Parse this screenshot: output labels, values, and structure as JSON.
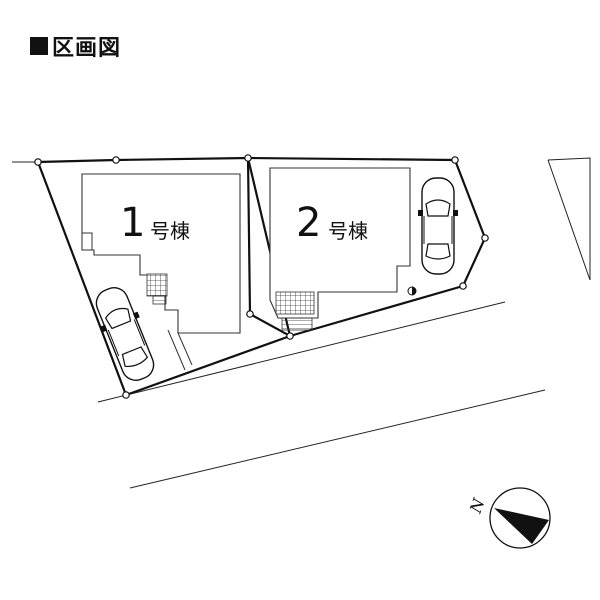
{
  "title": "区画図",
  "lots": [
    {
      "number": "1",
      "suffix": "号棟"
    },
    {
      "number": "2",
      "suffix": "号棟"
    }
  ],
  "compass": {
    "label": "N",
    "icon": "north-arrow-compass"
  }
}
